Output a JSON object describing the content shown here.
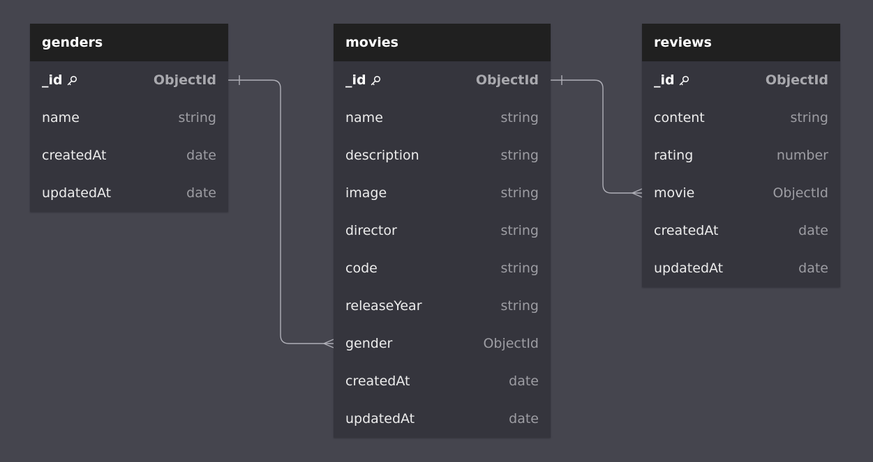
{
  "tables": [
    {
      "id": "genders",
      "name": "genders",
      "fields": [
        {
          "name": "_id",
          "type": "ObjectId",
          "pk": true
        },
        {
          "name": "name",
          "type": "string"
        },
        {
          "name": "createdAt",
          "type": "date"
        },
        {
          "name": "updatedAt",
          "type": "date"
        }
      ]
    },
    {
      "id": "movies",
      "name": "movies",
      "fields": [
        {
          "name": "_id",
          "type": "ObjectId",
          "pk": true
        },
        {
          "name": "name",
          "type": "string"
        },
        {
          "name": "description",
          "type": "string"
        },
        {
          "name": "image",
          "type": "string"
        },
        {
          "name": "director",
          "type": "string"
        },
        {
          "name": "code",
          "type": "string"
        },
        {
          "name": "releaseYear",
          "type": "string"
        },
        {
          "name": "gender",
          "type": "ObjectId"
        },
        {
          "name": "createdAt",
          "type": "date"
        },
        {
          "name": "updatedAt",
          "type": "date"
        }
      ]
    },
    {
      "id": "reviews",
      "name": "reviews",
      "fields": [
        {
          "name": "_id",
          "type": "ObjectId",
          "pk": true
        },
        {
          "name": "content",
          "type": "string"
        },
        {
          "name": "rating",
          "type": "number"
        },
        {
          "name": "movie",
          "type": "ObjectId"
        },
        {
          "name": "createdAt",
          "type": "date"
        },
        {
          "name": "updatedAt",
          "type": "date"
        }
      ]
    }
  ],
  "relationships": [
    {
      "from": "genders._id",
      "to": "movies.gender",
      "from_end": "one",
      "to_end": "many"
    },
    {
      "from": "movies._id",
      "to": "reviews.movie",
      "from_end": "one",
      "to_end": "many"
    }
  ],
  "icons": {
    "primary_key": "key-icon"
  },
  "colors": {
    "background": "#45454e",
    "table_body": "#35353d",
    "table_header": "#202020",
    "field_name": "#ececec",
    "field_type": "#9d9da3",
    "connector": "#b0b0b8"
  }
}
